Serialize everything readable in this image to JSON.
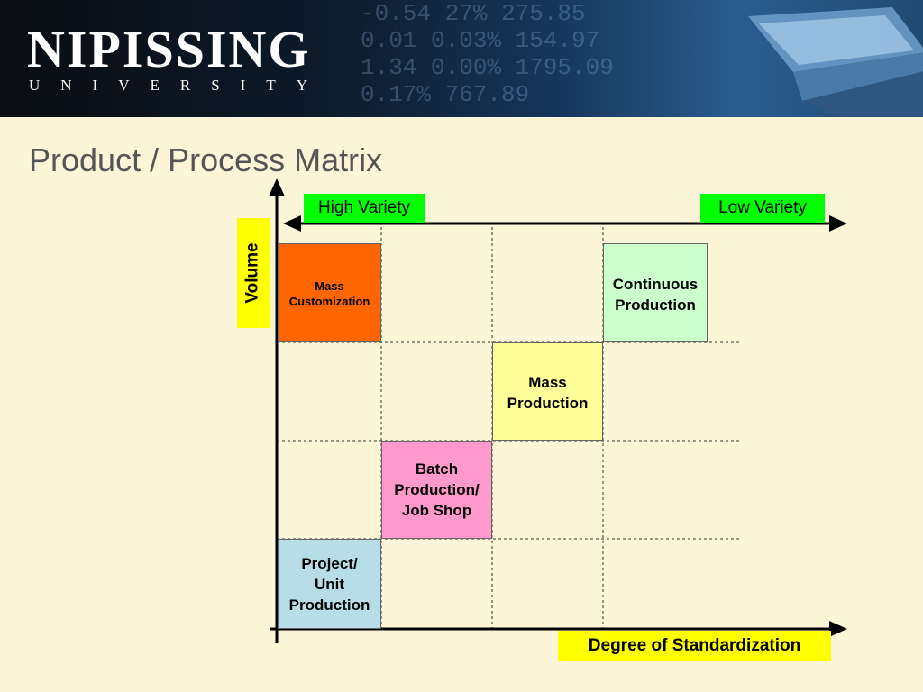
{
  "header": {
    "logo_name": "NIPISSING",
    "logo_sub": "UNIVERSITY",
    "ticker_lines": [
      "-0.54  27%  275.85",
      "0.01  0.03%  154.97",
      "1.34  0.00%  1795.09",
      "0.17%  767.89"
    ]
  },
  "slide": {
    "title": "Product / Process Matrix"
  },
  "matrix": {
    "top_left_label": "High Variety",
    "top_right_label": "Low Variety",
    "y_axis_label": "Volume",
    "x_axis_label": "Degree of Standardization",
    "cells": [
      {
        "label": "Mass\nCustomization",
        "color": "#ff6600"
      },
      {
        "label": "Continuous\nProduction",
        "color": "#ccffcc"
      },
      {
        "label": "Mass\nProduction",
        "color": "#ffff99"
      },
      {
        "label": "Batch\nProduction/\nJob Shop",
        "color": "#ff99cc"
      },
      {
        "label": "Project/\nUnit\nProduction",
        "color": "#b7dde8"
      }
    ],
    "colors": {
      "label_green": "#00ff00",
      "label_yellow": "#ffff00"
    }
  }
}
